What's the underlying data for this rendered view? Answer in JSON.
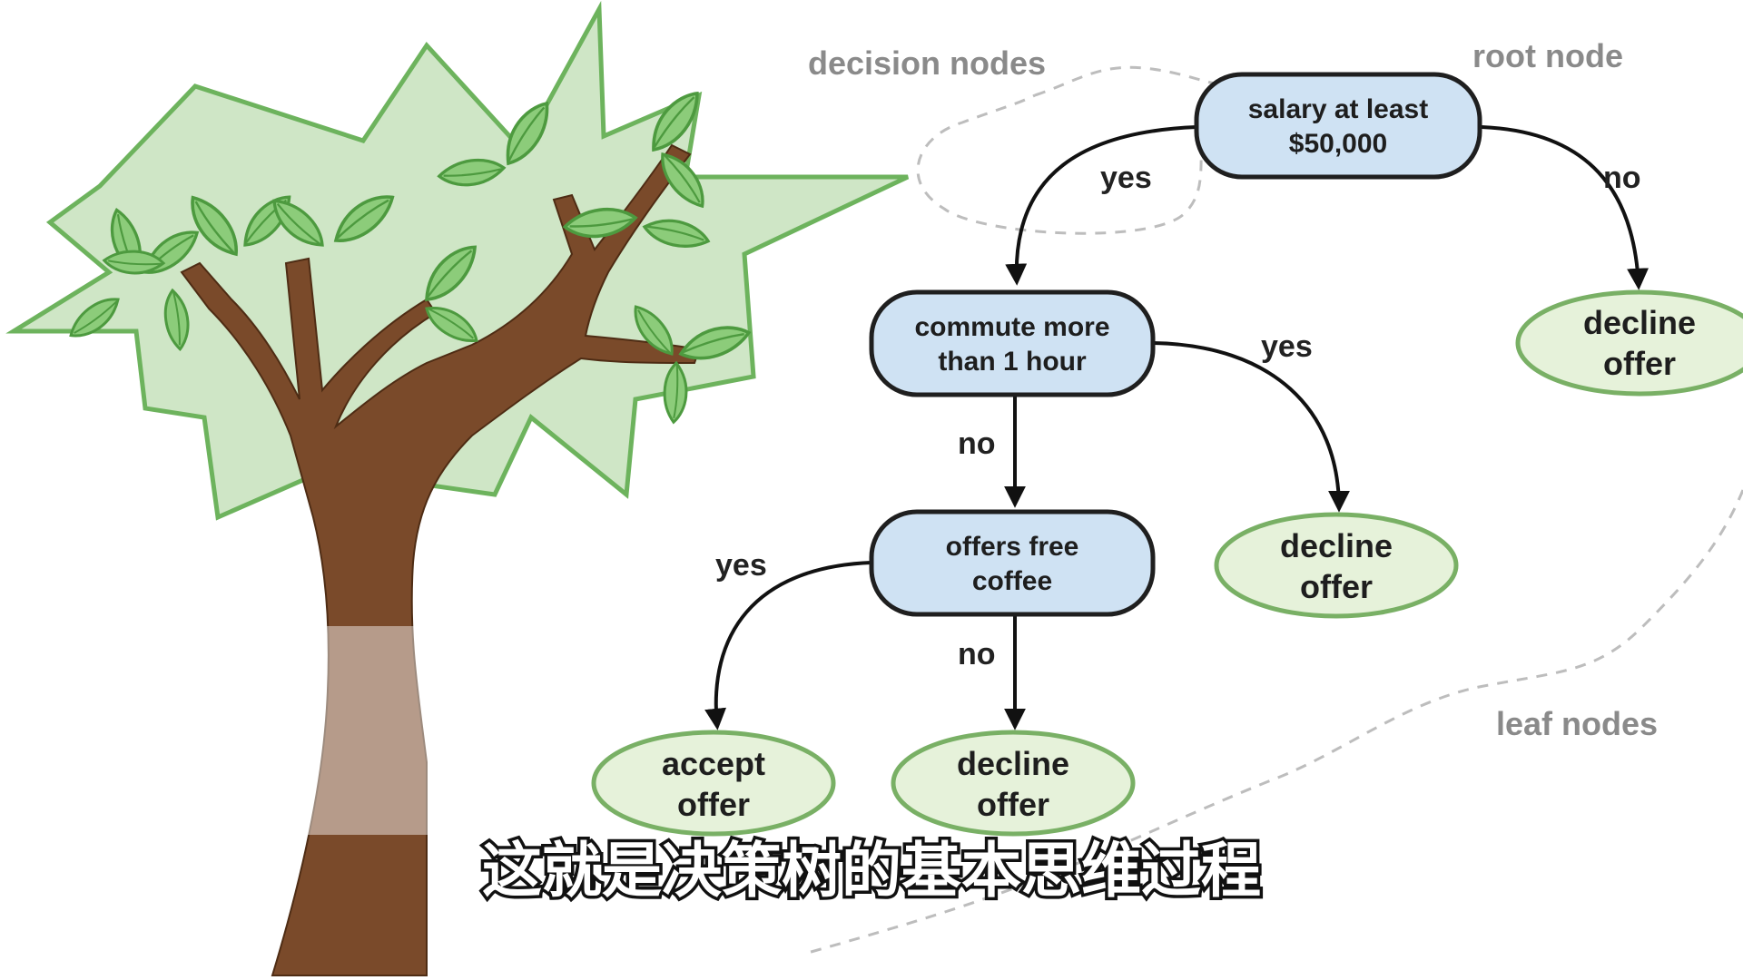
{
  "annotations": {
    "decision_nodes": "decision nodes",
    "root_node": "root node",
    "leaf_nodes": "leaf nodes"
  },
  "decision_nodes": [
    {
      "line1": "salary at least",
      "line2": "$50,000"
    },
    {
      "line1": "commute more",
      "line2": "than 1 hour"
    },
    {
      "line1": "offers free",
      "line2": "coffee"
    }
  ],
  "leaf_nodes": [
    {
      "line1": "decline",
      "line2": "offer"
    },
    {
      "line1": "decline",
      "line2": "offer"
    },
    {
      "line1": "accept",
      "line2": "offer"
    },
    {
      "line1": "decline",
      "line2": "offer"
    }
  ],
  "edges": [
    {
      "label": "yes"
    },
    {
      "label": "no"
    },
    {
      "label": "yes"
    },
    {
      "label": "no"
    },
    {
      "label": "yes"
    },
    {
      "label": "no"
    }
  ],
  "subtitle": "这就是决策树的基本思维过程",
  "colors": {
    "decision_fill": "#cfe2f3",
    "decision_stroke": "#1f1f1f",
    "leaf_fill": "#e6f2da",
    "leaf_stroke": "#79b065",
    "trunk": "#7a4a2a",
    "canopy": "#cfe6c6",
    "canopy_stroke": "#6db35d",
    "leaf_green": "#8ccc7a",
    "annotation_gray": "#8a8a8a"
  }
}
